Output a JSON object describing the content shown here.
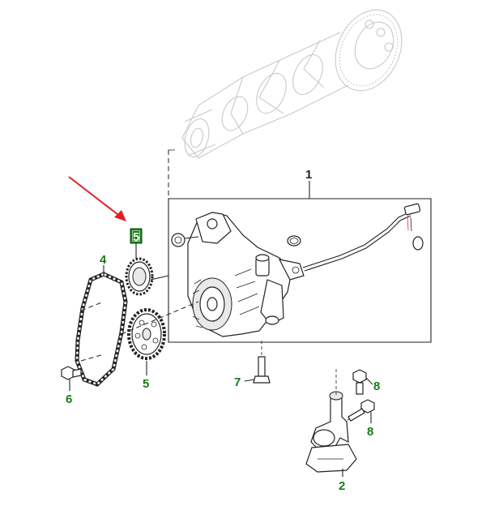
{
  "callouts": {
    "c1": "1",
    "c2": "2",
    "c4": "4",
    "c5_highlighted": "5",
    "c5": "5",
    "c6": "6",
    "c7": "7",
    "c8_top": "8",
    "c8_bottom": "8"
  },
  "colors": {
    "callout_green": "#1a7a1a",
    "highlight_box": "#1a7a1a",
    "arrow_red": "#e02020",
    "lines": "#222222",
    "ghost_parts": "#c9c9c9"
  }
}
